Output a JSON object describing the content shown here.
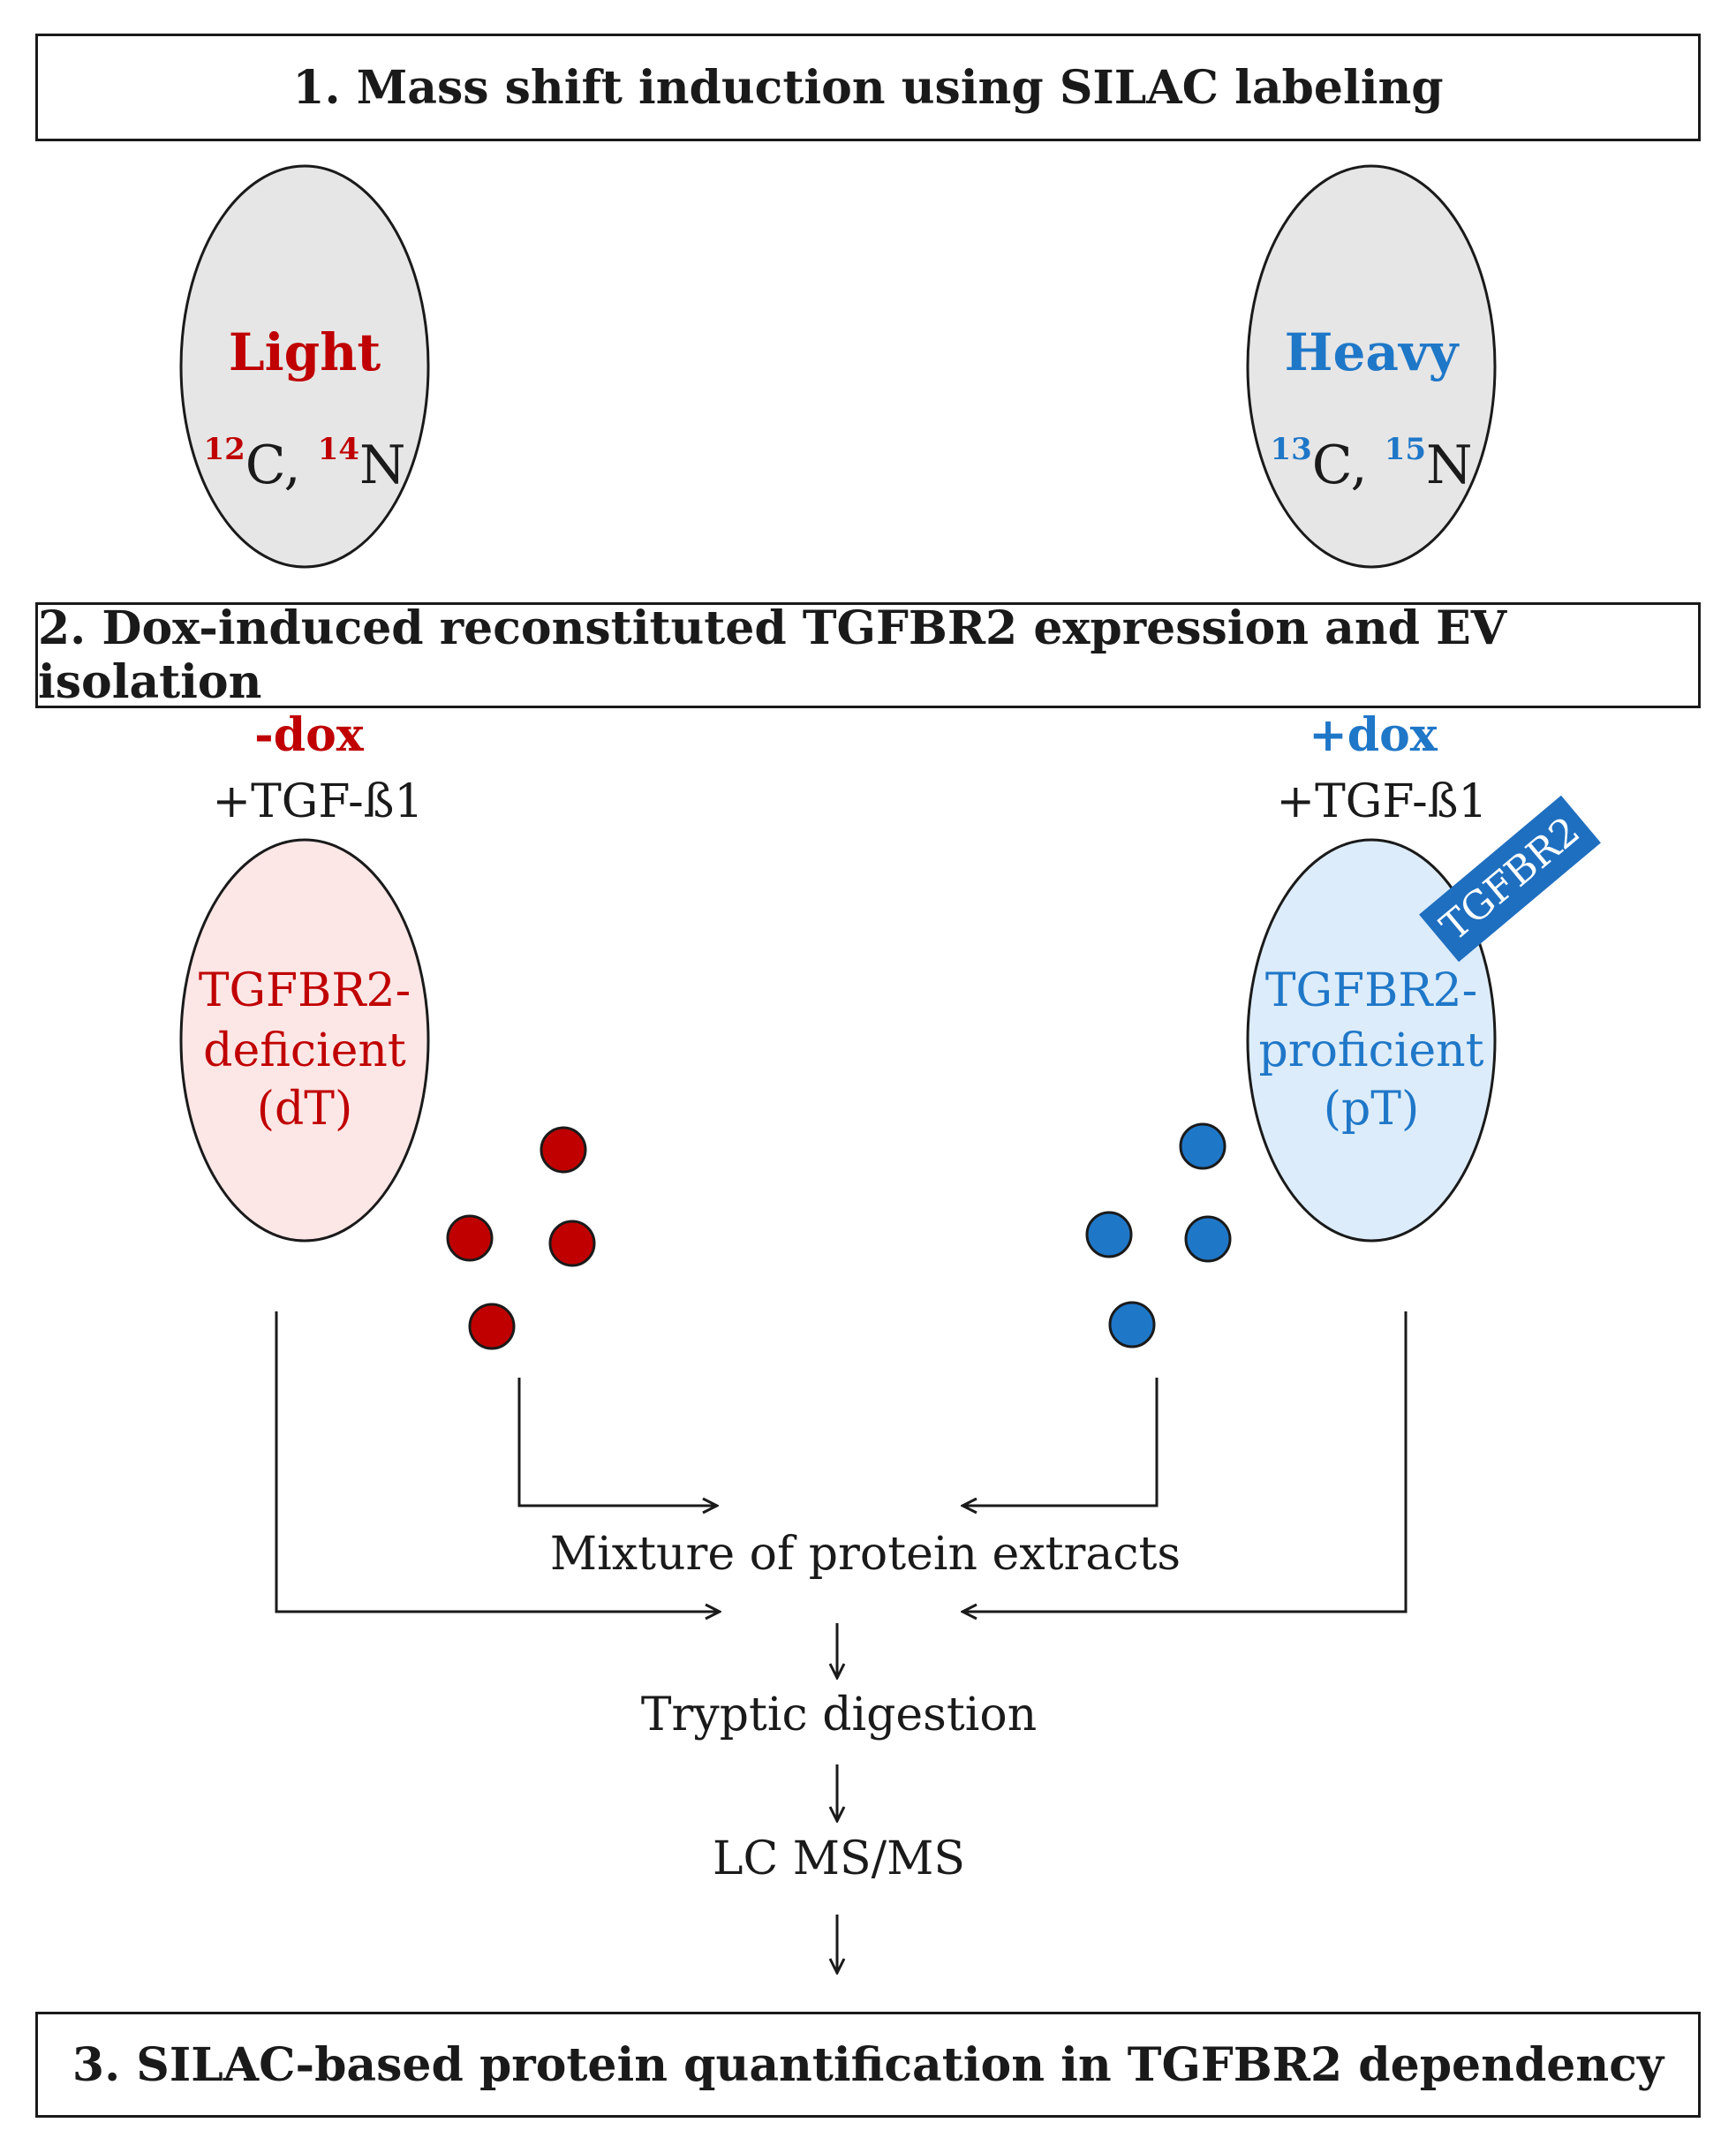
{
  "step1": {
    "title": "1. Mass shift induction using SILAC labeling"
  },
  "step2": {
    "title": "2. Dox-induced reconstituted TGFBR2 expression and EV isolation"
  },
  "step3": {
    "title": "3. SILAC-based protein quantification in TGFBR2 dependency"
  },
  "light_cell": {
    "label": "Light",
    "iso1_mass": "12",
    "iso1_el": "C,",
    "iso2_mass": "14",
    "iso2_el": "N"
  },
  "heavy_cell": {
    "label": "Heavy",
    "iso1_mass": "13",
    "iso1_el": "C,",
    "iso2_mass": "15",
    "iso2_el": "N"
  },
  "left_condition": {
    "dox": "-dox",
    "treatment": "+TGF-ß1",
    "line1": "TGFBR2-",
    "line2": "deficient",
    "line3": "(dT)"
  },
  "right_condition": {
    "dox": "+dox",
    "treatment": "+TGF-ß1",
    "line1": "TGFBR2-",
    "line2": "proficient",
    "line3": "(pT)",
    "tag": "TGFBR2"
  },
  "flow": {
    "mixture": "Mixture  of protein extracts",
    "digestion": "Tryptic digestion",
    "lcms": "LC MS/MS"
  },
  "colors": {
    "red": "#c00000",
    "blue": "#1f77c8",
    "cell_gray": "#e6e6e6",
    "cell_pink": "#fde6e6",
    "cell_lightblue": "#dcecfa",
    "tag_blue": "#1f6fc0"
  }
}
